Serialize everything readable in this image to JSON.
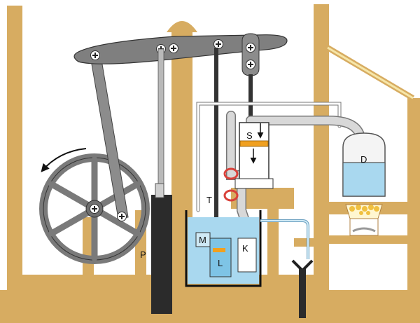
{
  "labels": {
    "S": "S",
    "D": "D",
    "T": "T",
    "M": "M",
    "L": "L",
    "K": "K",
    "P": "P"
  },
  "colors": {
    "frame": "#d7ac61",
    "beam": "#7f7f7f",
    "metal_dark": "#3a3a3a",
    "water": "#a9d8ef",
    "water_deep": "#7ec4e6",
    "valve_red": "#d9413a",
    "piston_orange": "#f0a020",
    "fire_yellow": "#f0c040",
    "steam_pipe": "#d8d8d8"
  },
  "icons": {
    "flywheel": "rotation-arrow-icon",
    "bolt": "screw-icon"
  }
}
